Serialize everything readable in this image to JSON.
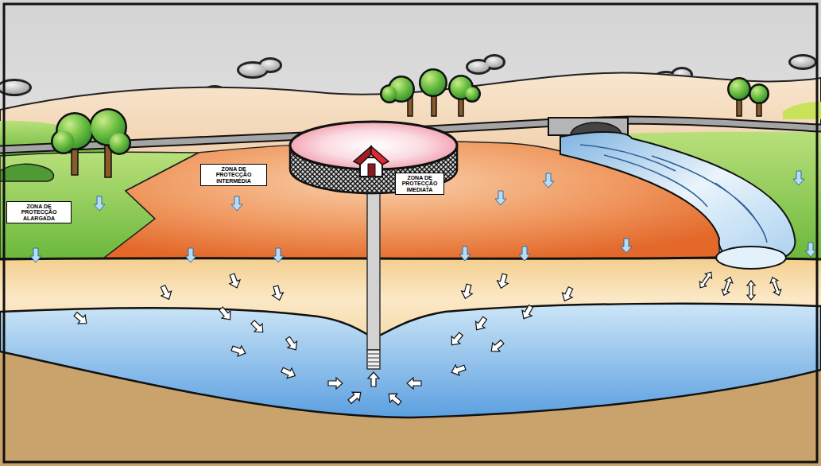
{
  "diagram": {
    "nodes": [
      {
        "text": [
          "ZONA DE PROTECÇÃO ALARGADA"
        ]
      },
      {
        "text": [
          "ZONA DE PROTECÇÃO INTERMÉDIA"
        ]
      },
      {
        "text": [
          "ZONA DE PROTECÇÃO IMEDIATA"
        ]
      }
    ]
  }
}
